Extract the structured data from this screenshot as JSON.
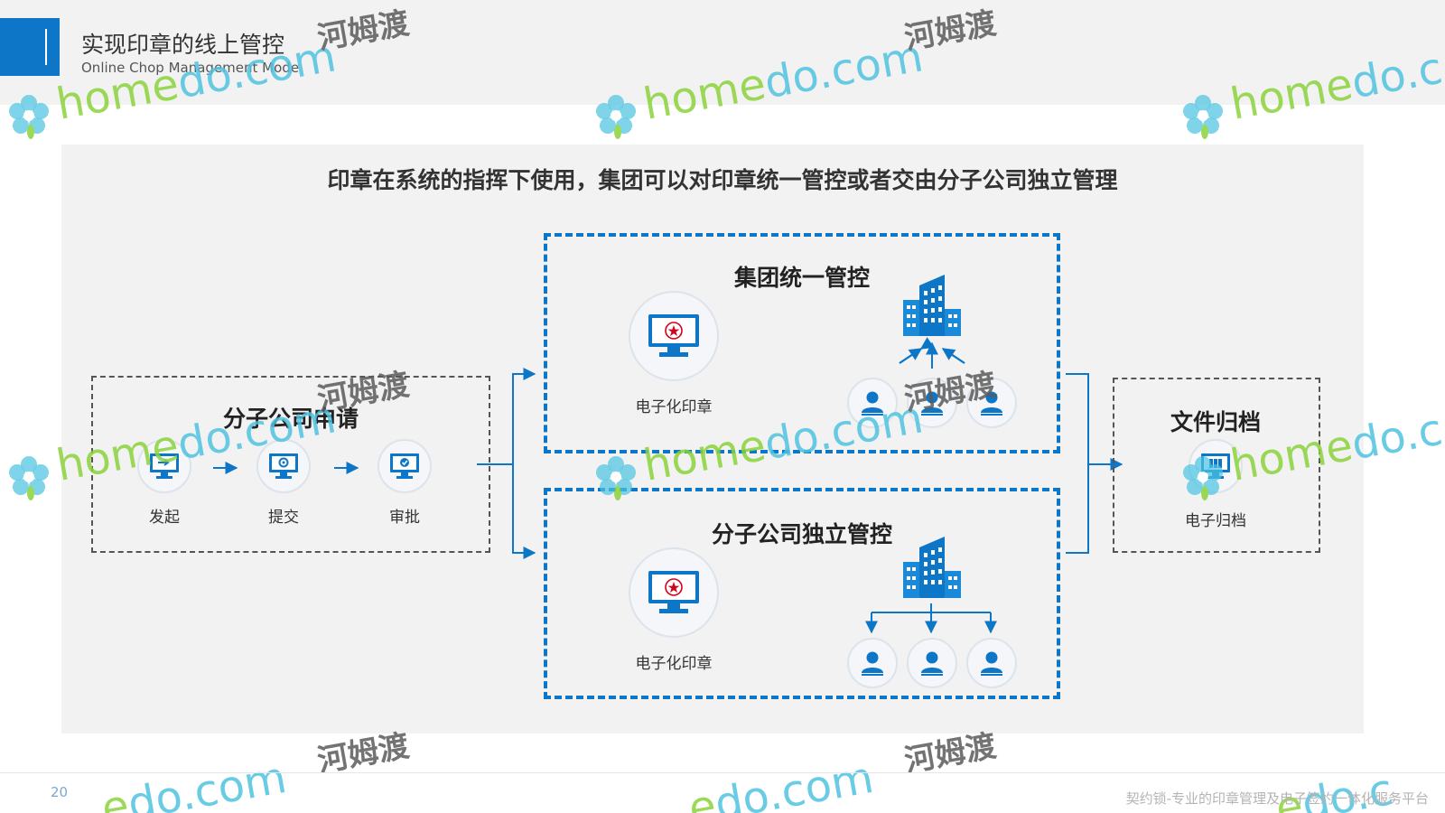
{
  "header": {
    "title_cn": "实现印章的线上管控",
    "title_en": "Online Chop Management Mode"
  },
  "headline": "印章在系统的指挥下使用，集团可以对印章统一管控或者交由分子公司独立管理",
  "apply": {
    "title": "分子公司申请",
    "steps": [
      {
        "label": "发起",
        "icon": "monitor-arrow-icon"
      },
      {
        "label": "提交",
        "icon": "monitor-gear-icon"
      },
      {
        "label": "审批",
        "icon": "monitor-check-icon"
      }
    ]
  },
  "group_control": {
    "title": "集团统一管控",
    "seal_label": "电子化印章",
    "building_icon": "building-icon",
    "user_icon": "user-icon"
  },
  "sub_control": {
    "title": "分子公司独立管控",
    "seal_label": "电子化印章",
    "building_icon": "building-icon",
    "user_icon": "user-icon"
  },
  "archive": {
    "title": "文件归档",
    "label": "电子归档",
    "icon": "archive-monitor-icon"
  },
  "watermark": {
    "text": "homedo.com",
    "cn": "河姆渡"
  },
  "footer": {
    "page": "20",
    "tagline": "契约锁-专业的印章管理及电子签约一体化服务平台"
  },
  "colors": {
    "accent": "#0e76c6",
    "panel": "#f2f2f2",
    "watermark_text": "#7ed321"
  }
}
